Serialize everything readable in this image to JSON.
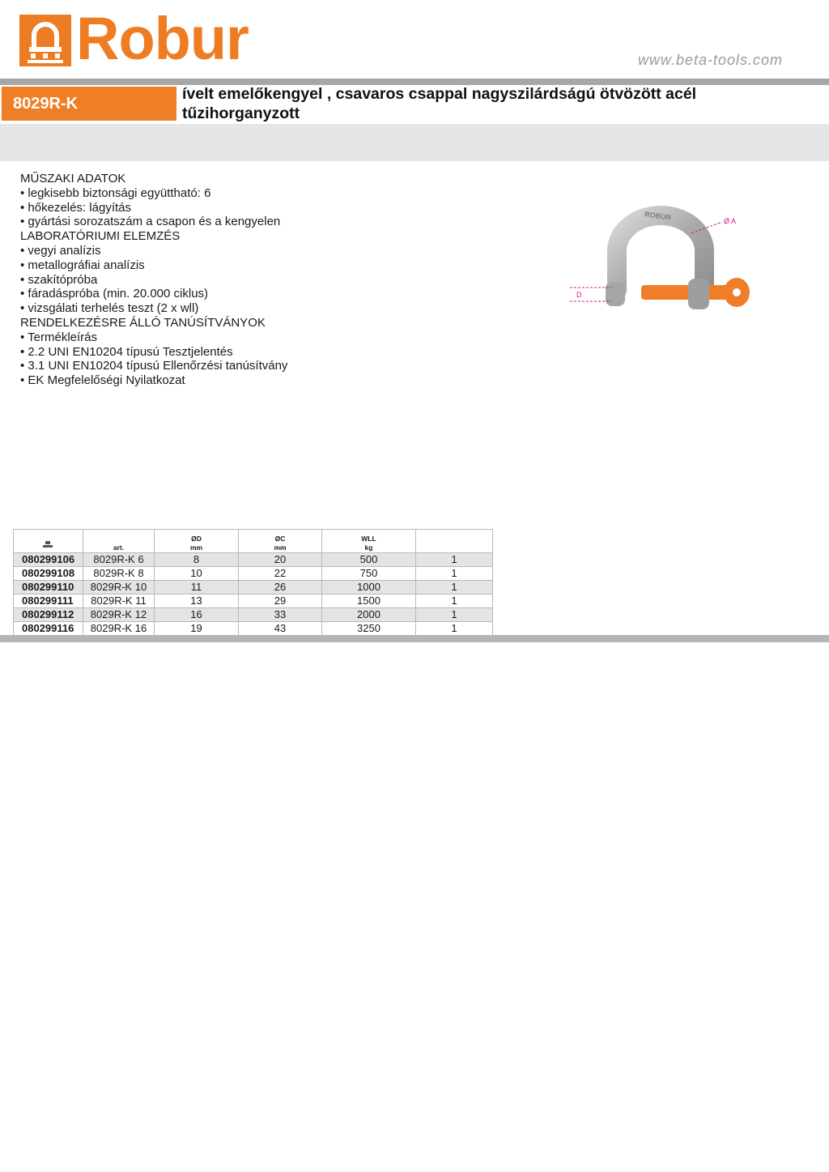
{
  "brand": {
    "name": "Robur",
    "url": "www.beta-tools.com",
    "accent": "#ee7c22"
  },
  "product": {
    "code": "8029R-K",
    "title": "ívelt emelőkengyel , csavaros csappal nagyszilárdságú ötvözött acél tűzihorganyzott"
  },
  "specs": [
    "MŰSZAKI ADATOK",
    "• legkisebb biztonsági együttható: 6",
    "• hőkezelés: lágyítás",
    "• gyártási sorozatszám a csapon és a kengyelen",
    "LABORATÓRIUMI ELEMZÉS",
    "• vegyi analízis",
    "• metallográfiai analízis",
    "• szakítópróba",
    "• fáradáspróba (min. 20.000 ciklus)",
    "• vizsgálati terhelés teszt (2 x wll)",
    "RENDELKEZÉSRE ÁLLÓ TANÚSÍTVÁNYOK",
    "• Termékleírás",
    "• 2.2 UNI EN10204 típusú Tesztjelentés",
    "• 3.1 UNI EN10204 típusú Ellenőrzési tanúsítvány",
    "• EK Megfelelőségi Nyilatkozat"
  ],
  "image": {
    "label_a": "Ø A",
    "label_d": "D",
    "engraving": "ROBUR"
  },
  "table": {
    "headers": [
      {
        "top": "",
        "bottom": "",
        "icon": "weight-icon"
      },
      {
        "top": "",
        "bottom": "art."
      },
      {
        "top": "ØD",
        "bottom": "mm"
      },
      {
        "top": "ØC",
        "bottom": "mm"
      },
      {
        "top": "WLL",
        "bottom": "kg"
      },
      {
        "top": "",
        "bottom": ""
      }
    ],
    "rows": [
      [
        "080299106",
        "8029R-K 6",
        "8",
        "20",
        "500",
        "1"
      ],
      [
        "080299108",
        "8029R-K 8",
        "10",
        "22",
        "750",
        "1"
      ],
      [
        "080299110",
        "8029R-K 10",
        "11",
        "26",
        "1000",
        "1"
      ],
      [
        "080299111",
        "8029R-K 11",
        "13",
        "29",
        "1500",
        "1"
      ],
      [
        "080299112",
        "8029R-K 12",
        "16",
        "33",
        "2000",
        "1"
      ],
      [
        "080299116",
        "8029R-K 16",
        "19",
        "43",
        "3250",
        "1"
      ]
    ]
  }
}
